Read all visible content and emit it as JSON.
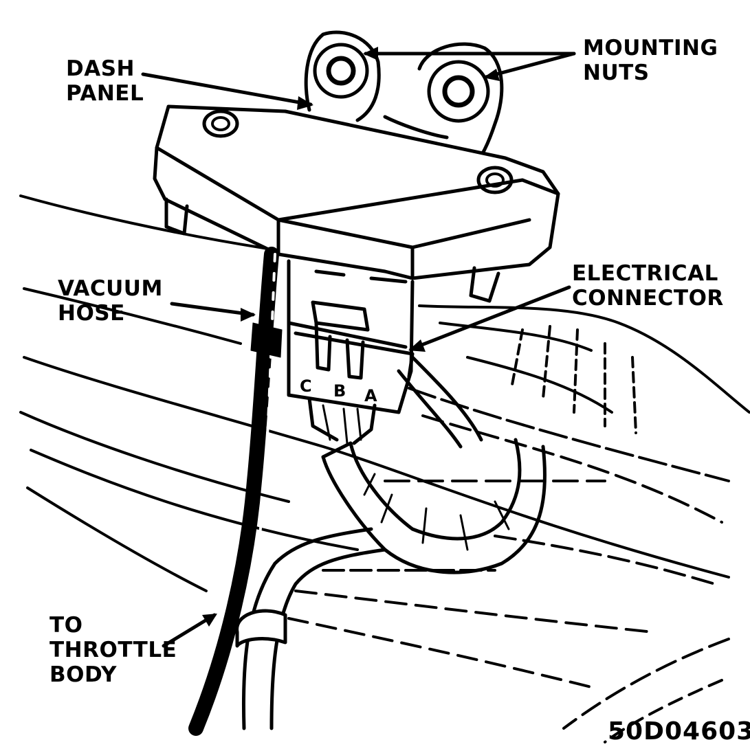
{
  "labels": {
    "dash_panel": [
      "DASH",
      "PANEL"
    ],
    "mounting_nuts": [
      "MOUNTING",
      "NUTS"
    ],
    "electrical_connector": [
      "ELECTRICAL",
      "CONNECTOR"
    ],
    "vacuum_hose": [
      "VACUUM",
      "HOSE"
    ],
    "to_throttle_body": [
      "TO",
      "THROTTLE",
      "BODY"
    ]
  },
  "connector_pins": [
    "C",
    "B",
    "A"
  ],
  "figure_id": "50D04603"
}
